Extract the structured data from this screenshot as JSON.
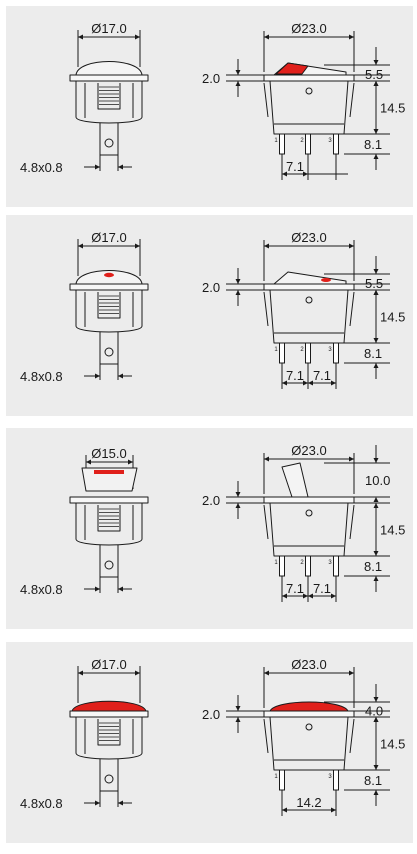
{
  "panels": [
    {
      "front": {
        "diameter": "Ø17.0",
        "terminal": "4.8x0.8",
        "cap": "dome"
      },
      "side": {
        "diameter": "Ø23.0",
        "flange": "2.0",
        "top": "5.5",
        "body": "14.5",
        "pins": "8.1",
        "pitch": [
          "7.1"
        ],
        "pin_labels": [
          "1",
          "2",
          "3"
        ],
        "actuator": "rocker",
        "indicator": "red"
      }
    },
    {
      "front": {
        "diameter": "Ø17.0",
        "terminal": "4.8x0.8",
        "cap": "dome-dot"
      },
      "side": {
        "diameter": "Ø23.0",
        "flange": "2.0",
        "top": "5.5",
        "body": "14.5",
        "pins": "8.1",
        "pitch": [
          "7.1",
          "7.1"
        ],
        "pin_labels": [
          "1",
          "2",
          "3"
        ],
        "actuator": "rocker",
        "indicator": "dot"
      }
    },
    {
      "front": {
        "diameter": "Ø15.0",
        "terminal": "4.8x0.8",
        "cap": "toggle"
      },
      "side": {
        "diameter": "Ø23.0",
        "flange": "2.0",
        "top": "10.0",
        "body": "14.5",
        "pins": "8.1",
        "pitch": [
          "7.1",
          "7.1"
        ],
        "pin_labels": [
          "1",
          "2",
          "3"
        ],
        "actuator": "toggle",
        "indicator": "none"
      }
    },
    {
      "front": {
        "diameter": "Ø17.0",
        "terminal": "4.8x0.8",
        "cap": "red-dome"
      },
      "side": {
        "diameter": "Ø23.0",
        "flange": "2.0",
        "top": "4.0",
        "body": "14.5",
        "pins": "8.1",
        "pitch": [
          "14.2"
        ],
        "pin_labels": [
          "1",
          "3"
        ],
        "actuator": "red-dome",
        "indicator": "red"
      }
    }
  ],
  "colors": {
    "background": "#ececec",
    "line": "#1a1a1a",
    "indicator_red": "#e0201b"
  }
}
